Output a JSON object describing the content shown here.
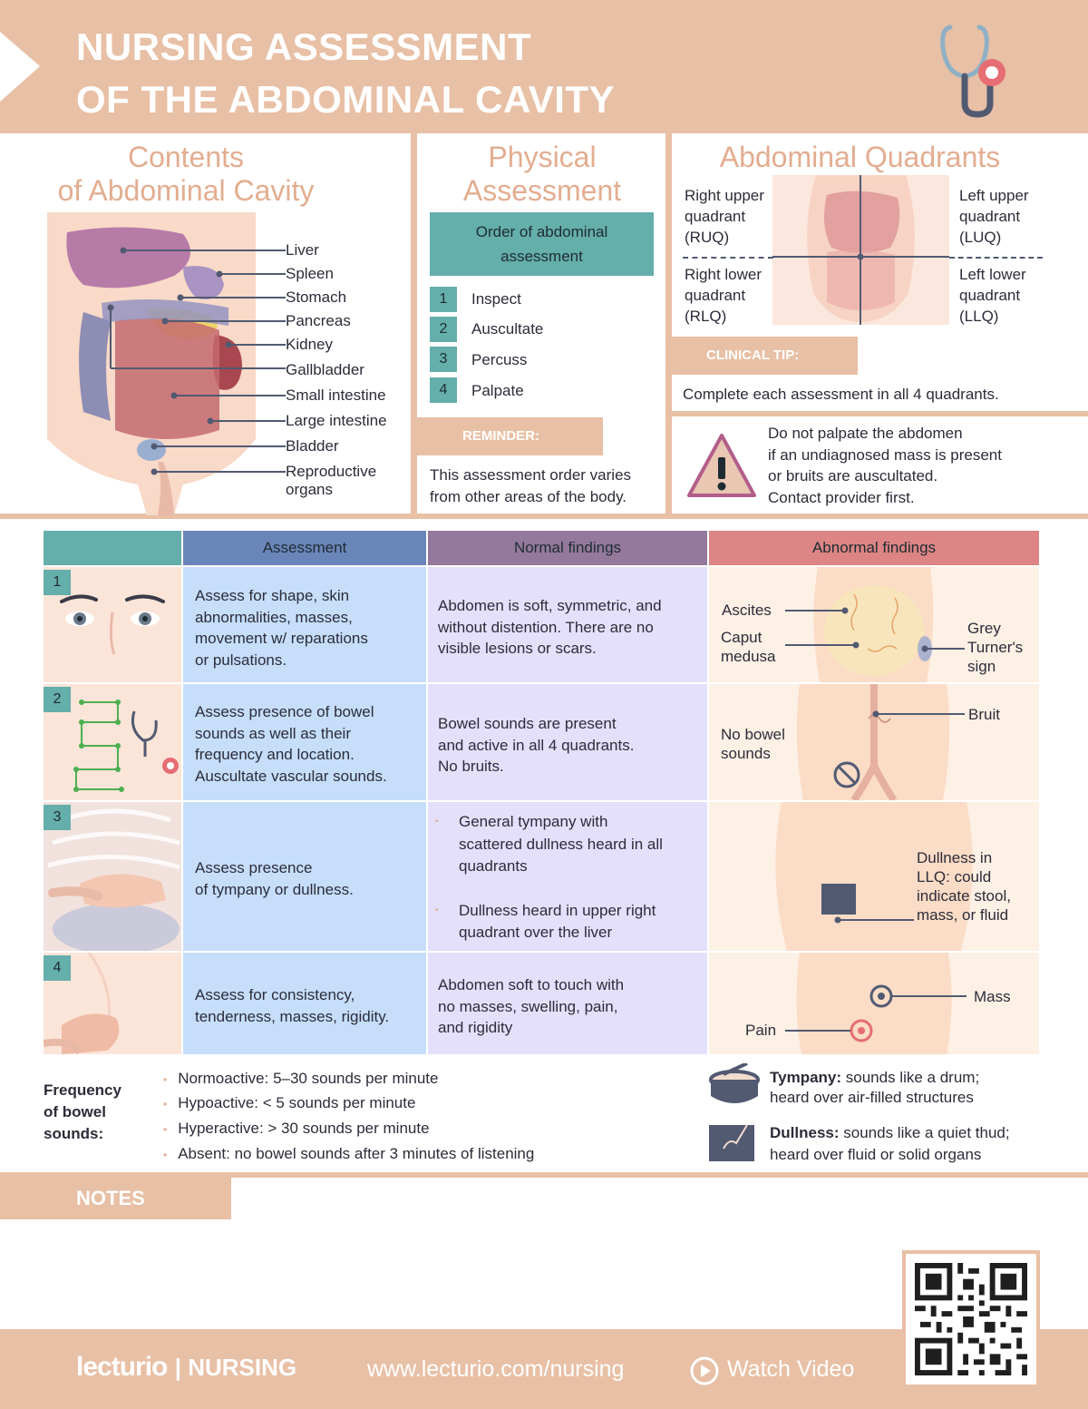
{
  "header": {
    "title_line1": "NURSING ASSESSMENT",
    "title_line2": "OF THE ABDOMINAL CAVITY"
  },
  "contents": {
    "title_line1": "Contents",
    "title_line2": "of Abdominal Cavity",
    "organs": [
      "Liver",
      "Spleen",
      "Stomach",
      "Pancreas",
      "Kidney",
      "Gallbladder",
      "Small intestine",
      "Large intestine",
      "Bladder",
      "Reproductive",
      "organs"
    ]
  },
  "physical": {
    "title_line1": "Physical",
    "title_line2": "Assessment",
    "order_line1": "Order of abdominal",
    "order_line2": "assessment",
    "steps": [
      {
        "num": "1",
        "label": "Inspect"
      },
      {
        "num": "2",
        "label": "Auscultate"
      },
      {
        "num": "3",
        "label": "Percuss"
      },
      {
        "num": "4",
        "label": "Palpate"
      }
    ],
    "reminder_tab": "REMINDER:",
    "reminder_line1": "This assessment order varies",
    "reminder_line2": "from other areas of the body."
  },
  "quadrants": {
    "title": "Abdominal Quadrants",
    "ruq": [
      "Right upper",
      "quadrant",
      "(RUQ)"
    ],
    "luq": [
      "Left upper",
      "quadrant",
      "(LUQ)"
    ],
    "rlq": [
      "Right lower",
      "quadrant",
      "(RLQ)"
    ],
    "llq": [
      "Left lower",
      "quadrant",
      "(LLQ)"
    ],
    "tip_tab": "CLINICAL TIP:",
    "tip_text": "Complete each assessment in all 4 quadrants.",
    "warning": [
      "Do not palpate the abdomen",
      "if an undiagnosed mass is present",
      "or bruits are auscultated.",
      "Contact provider first."
    ]
  },
  "table": {
    "headers": {
      "assessment": "Assessment",
      "normal": "Normal findings",
      "abnormal": "Abnormal findings"
    },
    "colors": {
      "teal": "#64aeab",
      "blue": "#6a86b9",
      "purple": "#94799c",
      "red": "#dc8584",
      "blue_light": "#c6defa",
      "purple_light": "#e4e0fb",
      "peach_light": "#fdf0e5"
    },
    "rows": [
      {
        "num": "1",
        "assessment": [
          "Assess for shape, skin",
          "abnormalities, masses,",
          "movement w/ reparations",
          "or pulsations."
        ],
        "normal": [
          "Abdomen is soft, symmetric, and",
          "without distention. There are no",
          "visible lesions or scars."
        ],
        "abnormal": {
          "ascites": "Ascites",
          "caput1": "Caput",
          "caput2": "medusa",
          "grey1": "Grey",
          "grey2": "Turner's",
          "grey3": "sign"
        }
      },
      {
        "num": "2",
        "assessment": [
          "Assess presence of bowel",
          "sounds as well as their",
          "frequency and location.",
          "Auscultate vascular sounds."
        ],
        "normal": [
          "Bowel sounds are present",
          "and active in all 4 quadrants.",
          "No bruits."
        ],
        "abnormal": {
          "nobowel1": "No bowel",
          "nobowel2": "sounds",
          "bruit": "Bruit"
        }
      },
      {
        "num": "3",
        "assessment": [
          "Assess presence",
          "of tympany or dullness."
        ],
        "normal": [
          "General tympany with",
          "scattered dullness heard in all",
          "quadrants",
          "Dullness heard in upper right",
          "quadrant over the liver"
        ],
        "abnormal": {
          "d1": "Dullness in",
          "d2": "LLQ: could",
          "d3": "indicate stool,",
          "d4": "mass, or fluid"
        }
      },
      {
        "num": "4",
        "assessment": [
          "Assess for consistency,",
          "tenderness, masses, rigidity."
        ],
        "normal": [
          "Abdomen soft to touch with",
          "no masses, swelling, pain,",
          "and rigidity"
        ],
        "abnormal": {
          "mass": "Mass",
          "pain": "Pain"
        }
      }
    ]
  },
  "frequency": {
    "label": [
      "Frequency",
      "of bowel",
      "sounds:"
    ],
    "items": [
      "Normoactive: 5–30 sounds per minute",
      "Hypoactive: < 5 sounds per minute",
      "Hyperactive: > 30 sounds per minute",
      "Absent: no bowel sounds after 3 minutes of listening"
    ]
  },
  "legend": {
    "tympany_term": "Tympany:",
    "tympany_desc1": " sounds like a drum;",
    "tympany_desc2": "heard over air-filled structures",
    "dullness_term": "Dullness:",
    "dullness_desc1": " sounds like a quiet thud;",
    "dullness_desc2": "heard over fluid or solid organs"
  },
  "notes": "NOTES",
  "footer": {
    "logo": "lecturio",
    "logo_suffix": "| NURSING",
    "url": "www.lecturio.com/nursing",
    "watch": "Watch Video"
  }
}
